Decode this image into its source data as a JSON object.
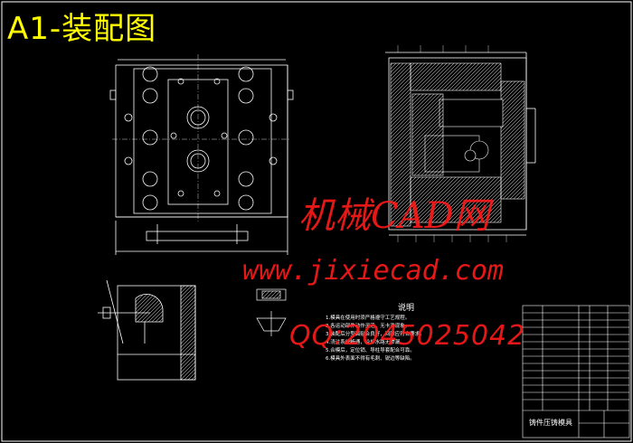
{
  "title": "A1-装配图",
  "watermark": {
    "line1": "机械CAD网",
    "line2": "www.jixiecad.com",
    "line3": "QQ:2045025042"
  },
  "notes": {
    "heading": "说明",
    "items": [
      "1.模具在使用时须严格遵守工艺规程。",
      "2.各运动部件动作灵活，无卡滞现象。",
      "3.装配后分型面贴合良好，间隙应符合要求。",
      "4.浇注系统畅通，冷却水路无渗漏。",
      "5.合模后，定位销、导柱导套配合可靠。",
      "6.模具外表面不得有毛刺、锐边等缺陷。"
    ]
  },
  "title_block": {
    "name": "铸件压铸模具"
  },
  "colors": {
    "background": "#000000",
    "lines": "#ffffff",
    "title": "#ffff00",
    "watermark": "#ff1a1a"
  }
}
